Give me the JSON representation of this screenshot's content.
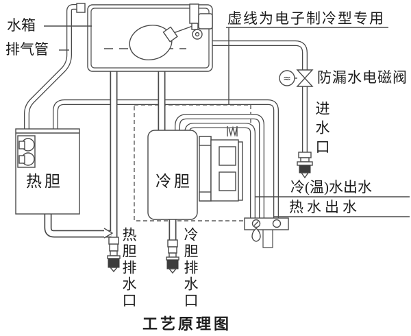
{
  "diagram_title": "工艺原理图",
  "labels": {
    "water_tank": "水箱",
    "exhaust_pipe": "排气管",
    "dashed_note": "虚线为电子制冷型专用",
    "solenoid_valve": "防漏水电磁阀",
    "water_inlet": "进水口",
    "cold_warm_outlet": "冷(温)水出水",
    "hot_outlet": "热水出水",
    "hot_tank": "热胆",
    "cold_tank": "冷胆",
    "hot_tank_drain": "热胆排水口",
    "cold_tank_drain": "冷胆排水口"
  },
  "icons": {
    "solenoid_coil": "≈"
  },
  "colors": {
    "line": "#4a4a4a",
    "text": "#1c1c1c",
    "background": "#ffffff"
  }
}
